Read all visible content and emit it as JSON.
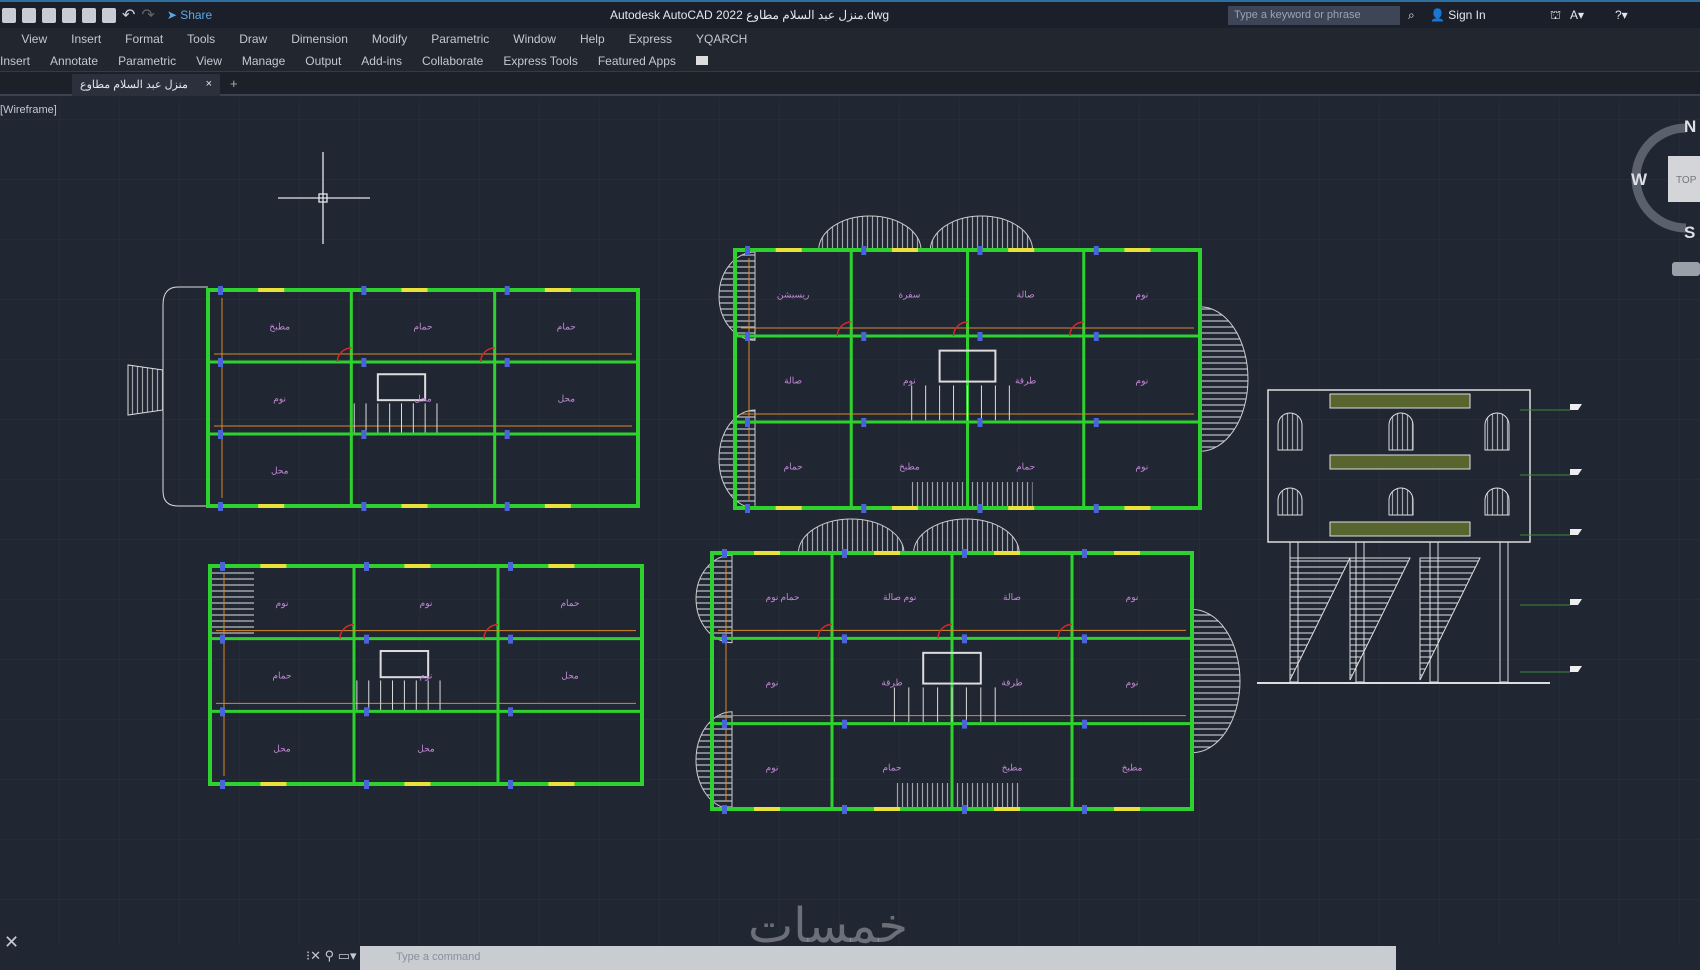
{
  "app": {
    "title": "Autodesk AutoCAD 2022  منزل عبد السلام مطاوع.dwg",
    "share": "Share"
  },
  "search": {
    "placeholder": "Type a keyword or phrase"
  },
  "user": {
    "sign_in": "Sign In"
  },
  "menu": [
    "View",
    "Insert",
    "Format",
    "Tools",
    "Draw",
    "Dimension",
    "Modify",
    "Parametric",
    "Window",
    "Help",
    "Express",
    "YQARCH"
  ],
  "ribbon": [
    "Insert",
    "Annotate",
    "Parametric",
    "View",
    "Manage",
    "Output",
    "Add-ins",
    "Collaborate",
    "Express Tools",
    "Featured Apps"
  ],
  "doc_tab": {
    "label": "منزل عبد السلام مطاوع",
    "close": "×",
    "new": "+"
  },
  "viewport": {
    "label": "[Wireframe]"
  },
  "viewcube": {
    "n": "N",
    "w": "W",
    "s": "S",
    "face": "TOP"
  },
  "command": {
    "placeholder": "Type a command"
  },
  "watermark": "خمسات",
  "plans": {
    "a": [
      "مطبخ",
      "حمام",
      "حمام",
      "نوم",
      "محل",
      "محل",
      "محل"
    ],
    "b": [
      "نوم",
      "نوم",
      "حمام",
      "حمام",
      "نوم",
      "محل",
      "محل",
      "محل"
    ],
    "c": [
      "ريسبشن",
      "سفرة",
      "صالة",
      "نوم",
      "صالة",
      "نوم",
      "طرقة",
      "نوم",
      "حمام",
      "مطبخ",
      "حمام",
      "نوم"
    ],
    "d": [
      "نوم",
      "صالة",
      "صالة",
      "نوم",
      "نوم",
      "طرقة",
      "طرقة",
      "نوم",
      "نوم",
      "حمام",
      "مطبخ",
      "مطبخ",
      "حمام",
      "نوم"
    ]
  }
}
